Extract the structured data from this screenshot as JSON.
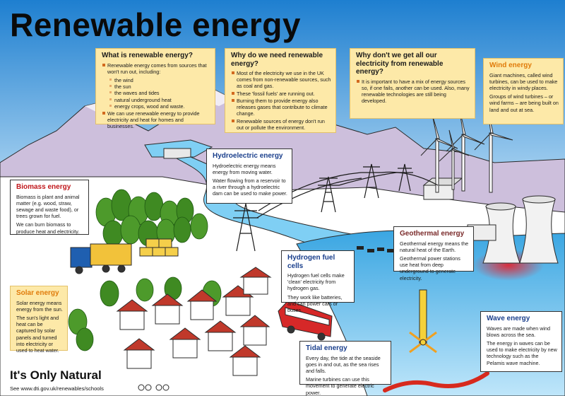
{
  "title": "Renewable energy",
  "what": {
    "heading": "What is renewable energy?",
    "intro": "Renewable energy comes from sources that won't run out, including:",
    "sources": [
      "the wind",
      "the sun",
      "the waves and tides",
      "natural underground heat",
      "energy crops, wood and waste."
    ],
    "outro": "We can use renewable energy to provide electricity and heat for homes and businesses."
  },
  "why": {
    "heading": "Why do we need renewable energy?",
    "points": [
      "Most of the electricity we use in the UK comes from non-renewable sources, such as coal and gas.",
      "These 'fossil fuels' are running out.",
      "Burning them to provide energy also releases gases that contribute to climate change.",
      "Renewable sources of energy don't run out or pollute the environment."
    ]
  },
  "whynot": {
    "heading": "Why don't we get all our electricity from renewable energy?",
    "points": [
      "It is important to have a mix of energy sources so, if one fails, another can be used. Also, many renewable technologies are still being developed."
    ]
  },
  "wind": {
    "heading": "Wind energy",
    "p1": "Giant machines, called wind turbines, can be used to make electricity in windy places.",
    "p2": "Groups of wind turbines – or wind farms – are being built on land and out at sea."
  },
  "hydro": {
    "heading": "Hydroelectric energy",
    "p1": "Hydroelectric energy means energy from moving water.",
    "p2": "Water flowing from a reservoir to a river through a hydroelectric dam can be used to make power."
  },
  "biomass": {
    "heading": "Biomass energy",
    "p1": "Biomass is plant and animal matter (e.g. wood, straw, sewage and waste food), or trees grown for fuel.",
    "p2": "We can burn biomass to produce heat and electricity."
  },
  "geothermal": {
    "heading": "Geothermal energy",
    "p1": "Geothermal energy means the natural heat of the Earth.",
    "p2": "Geothermal power stations use heat from deep underground to generate electricity."
  },
  "hydrogen": {
    "heading": "Hydrogen fuel cells",
    "p1": "Hydrogen fuel cells make 'clean' electricity from hydrogen gas.",
    "p2": "They work like batteries, and can power cars or buses."
  },
  "solar": {
    "heading": "Solar energy",
    "p1": "Solar energy means energy from the sun.",
    "p2": "The sun's light and heat can be captured by solar panels and turned into electricity or used to heat water."
  },
  "wave": {
    "heading": "Wave energy",
    "p1": "Waves are made when wind blows across the sea.",
    "p2": "The energy in waves can be used to make electricity by new technology such as the Pelamis wave machine."
  },
  "tidal": {
    "heading": "Tidal energy",
    "p1": "Every day, the tide at the seaside goes in and out, as the sea rises and falls.",
    "p2": "Marine turbines can use this movement to generate electric power."
  },
  "footer": {
    "slogan": "It's Only Natural",
    "url": "See www.dti.gov.uk/renewables/schools"
  },
  "colors": {
    "sky_top": "#1e7fd0",
    "sky_bottom": "#bfe0f6",
    "mountain": "#c9bfd8",
    "sea": "#6fc4ee",
    "grass": "#ffffff",
    "box_yellow": "#fde9a8",
    "biomass_red": "#c0171b",
    "hydro_blue": "#1a3f8c",
    "solar_orange": "#e07b0a"
  }
}
